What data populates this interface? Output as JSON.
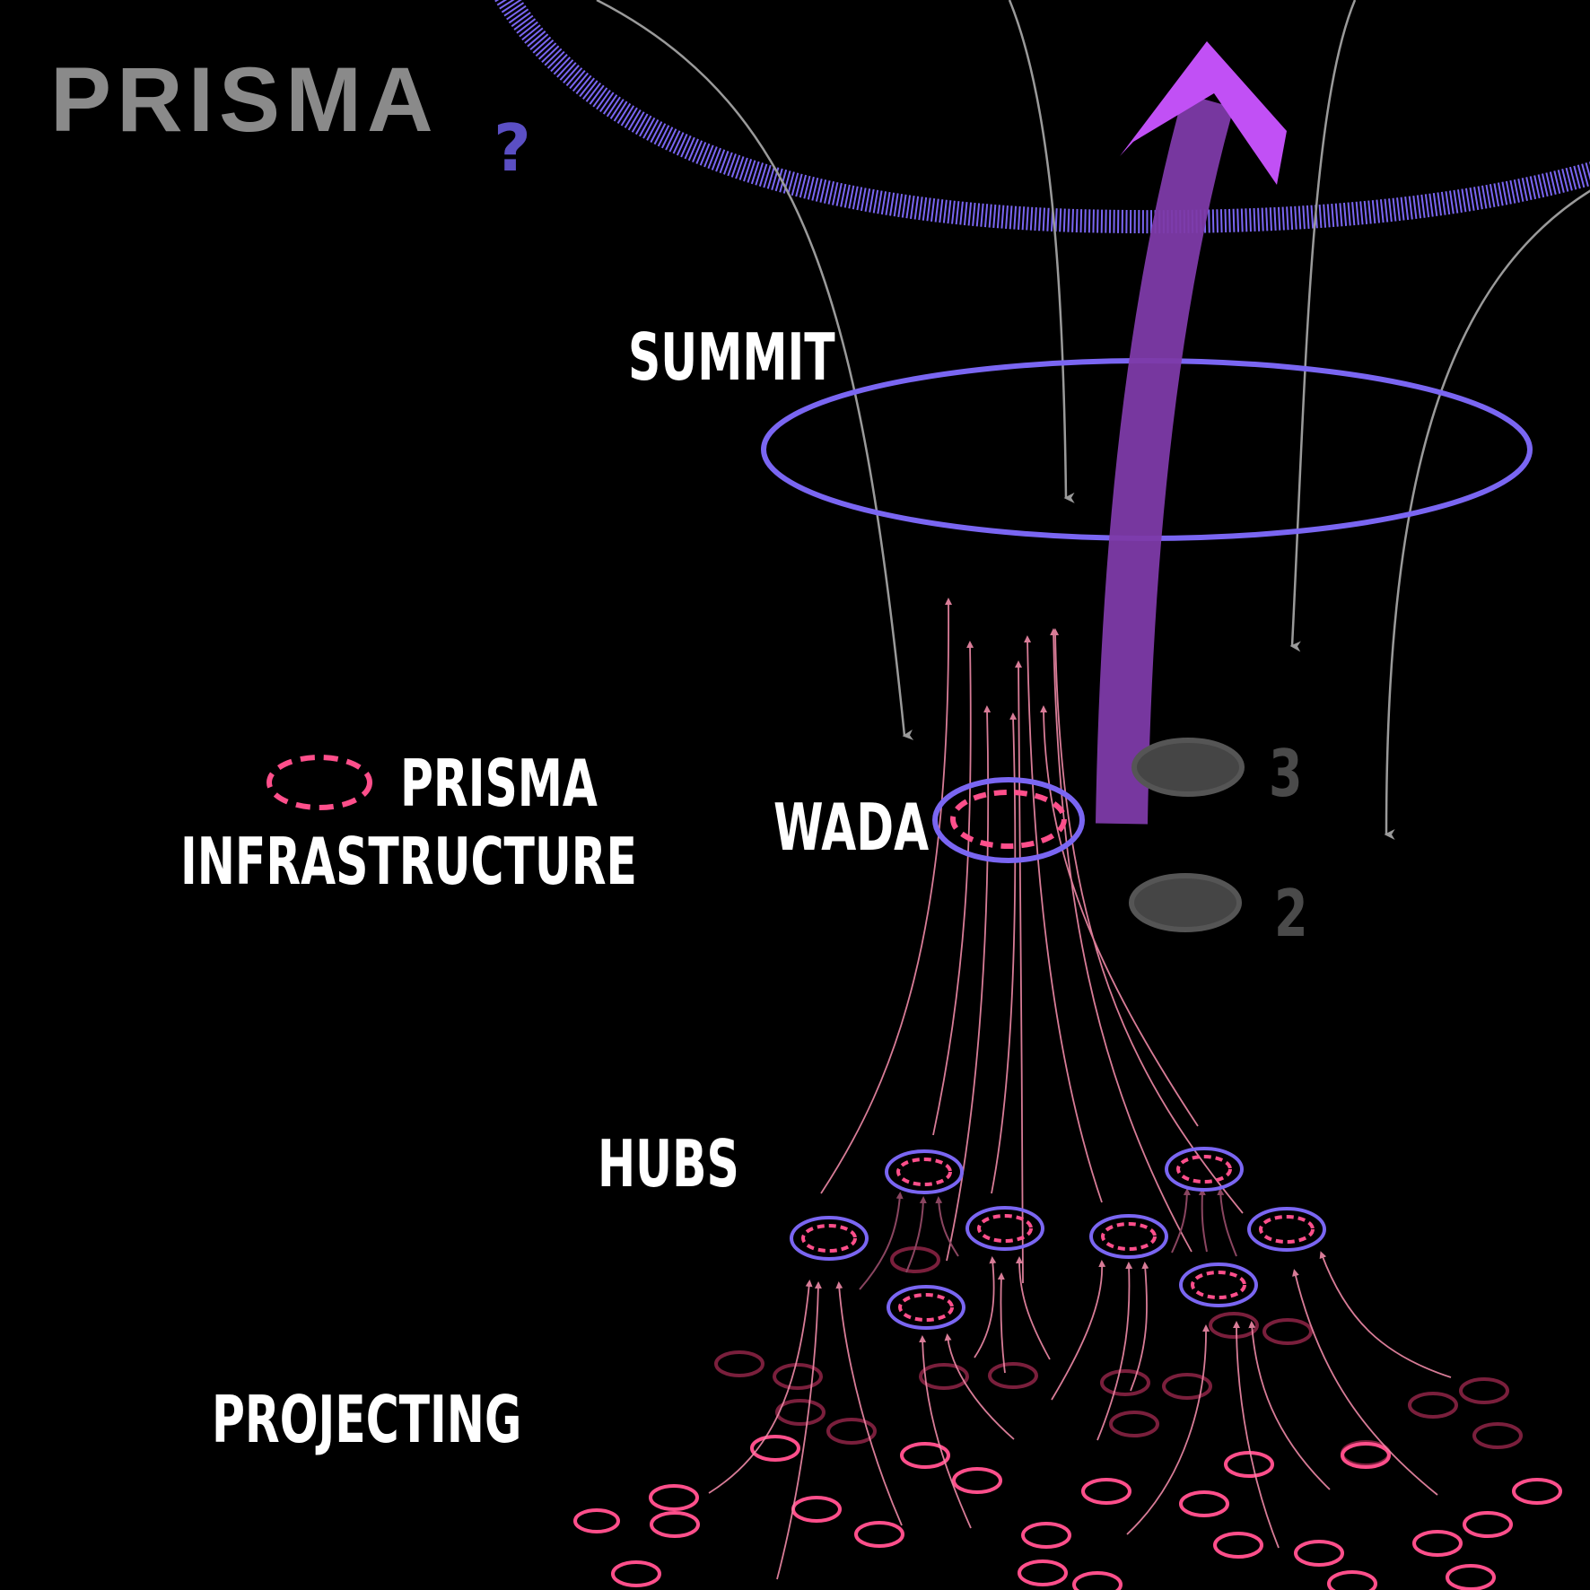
{
  "logo": {
    "text": "PRISMA",
    "color": "#8a8a8a"
  },
  "question_mark": {
    "text": "?",
    "color": "#5b4fc4"
  },
  "levels": {
    "summit": "SUMMIT",
    "wada": "WADA",
    "hubs": "HUBS",
    "projecting": "PROJECTING"
  },
  "legend": {
    "line1": "PRISMA",
    "line2": "INFRASTRUCTURE",
    "symbol": "dashed-ring-icon"
  },
  "side_markers": [
    {
      "number": "3",
      "color": "#4a4a4a"
    },
    {
      "number": "2",
      "color": "#4a4a4a"
    }
  ],
  "colors": {
    "background": "#000000",
    "ring_blue": "#7a66f2",
    "pink": "#ff4f8b",
    "pink_thin": "#f08aa8",
    "dark_pink": "#7a1f3c",
    "purple_arrow": "#7d3aa8",
    "purple_head": "#c150f5",
    "gray_line": "#999999",
    "gray_marker": "#454545"
  }
}
